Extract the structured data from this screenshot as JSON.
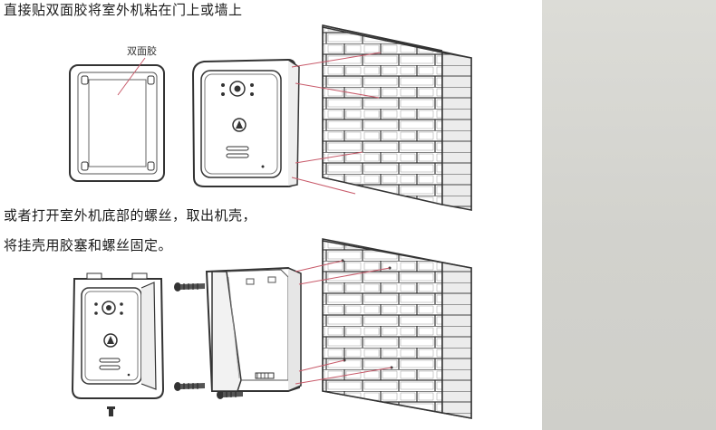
{
  "instructions": {
    "step1": "直接贴双面胶将室外机粘在门上或墙上",
    "step2_line1": "或者打开室外机底部的螺丝，取出机壳，",
    "step2_line2": "将挂壳用胶塞和螺丝固定。"
  },
  "labels": {
    "adhesive": "双面胶"
  },
  "colors": {
    "line": "#333333",
    "leader_red": "#c85a6a",
    "wall_face": "#ffffff",
    "wall_side": "#e8e8e8",
    "side_panel": "#d6d6d1"
  }
}
